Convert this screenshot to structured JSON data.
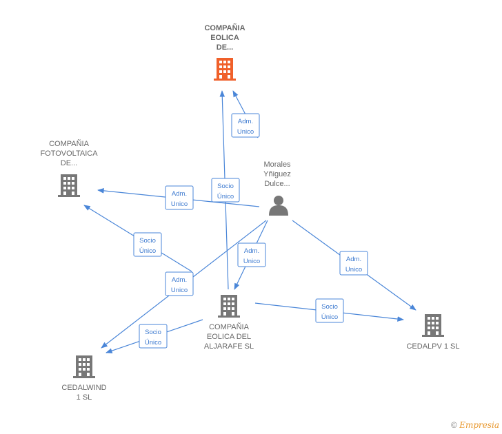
{
  "nodes": [
    {
      "id": "n_main",
      "label": [
        "COMPAÑIA",
        "EOLICA",
        "DE..."
      ],
      "type": "company",
      "color": "#f0602a",
      "icon": "building-icon"
    },
    {
      "id": "n_fotovol",
      "label": [
        "COMPAÑIA",
        "FOTOVOLTAICA",
        "DE..."
      ],
      "type": "company",
      "color": "#777777",
      "icon": "building-icon"
    },
    {
      "id": "n_person",
      "label": [
        "Morales",
        "Yñiguez",
        "Dulce..."
      ],
      "type": "person",
      "color": "#777777",
      "icon": "person-icon"
    },
    {
      "id": "n_aljarafe",
      "label": [
        "COMPAÑIA",
        "EOLICA DEL",
        "ALJARAFE  SL"
      ],
      "type": "company",
      "color": "#777777",
      "icon": "building-icon"
    },
    {
      "id": "n_cedalpv",
      "label": [
        "CEDALPV 1  SL"
      ],
      "type": "company",
      "color": "#777777",
      "icon": "building-icon"
    },
    {
      "id": "n_cedalwind",
      "label": [
        "CEDALWIND",
        "1  SL"
      ],
      "type": "company",
      "color": "#777777",
      "icon": "building-icon"
    }
  ],
  "edges": [
    {
      "from": "n_person",
      "to": "n_main",
      "label": [
        "Adm.",
        "Unico"
      ]
    },
    {
      "from": "n_aljarafe",
      "to": "n_main",
      "label": [
        "Socio",
        "Único"
      ]
    },
    {
      "from": "n_person",
      "to": "n_fotovol",
      "label": [
        "Adm.",
        "Unico"
      ]
    },
    {
      "from": "n_aljarafe",
      "to": "n_fotovol",
      "label": [
        "Socio",
        "Único"
      ]
    },
    {
      "from": "n_person",
      "to": "n_aljarafe",
      "label": [
        "Adm.",
        "Unico"
      ]
    },
    {
      "from": "n_person",
      "to": "n_cedalpv",
      "label": [
        "Adm.",
        "Unico"
      ]
    },
    {
      "from": "n_aljarafe",
      "to": "n_cedalpv",
      "label": [
        "Socio",
        "Único"
      ]
    },
    {
      "from": "n_person",
      "to": "n_cedalwind",
      "label": [
        "Adm.",
        "Unico"
      ]
    },
    {
      "from": "n_aljarafe",
      "to": "n_cedalwind",
      "label": [
        "Socio",
        "Único"
      ]
    }
  ],
  "footer": {
    "copyright": "©",
    "brand": "Empresia"
  }
}
